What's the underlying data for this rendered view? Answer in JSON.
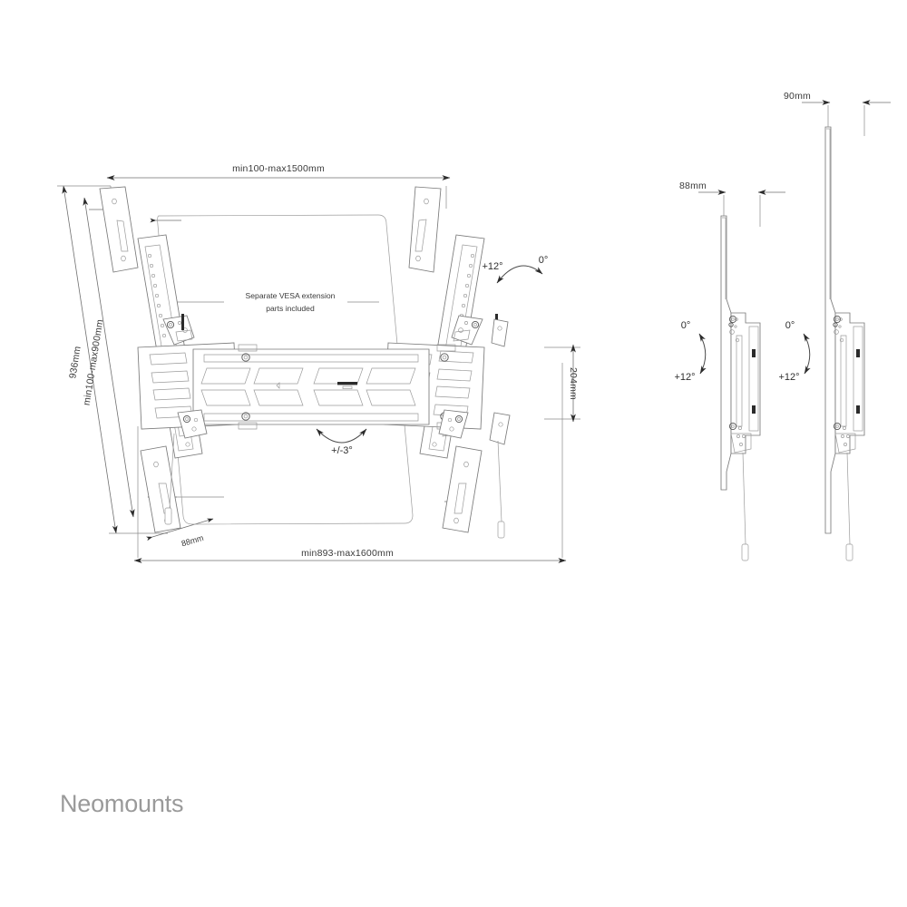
{
  "document": {
    "type": "technical-product-drawing",
    "brand": "Neomounts",
    "subject": "tilting TV wall mount"
  },
  "brand": {
    "name": "Neomounts",
    "color": "#9a9a9a"
  },
  "front_view": {
    "dimensions": {
      "top_width": "min100-max1500mm",
      "overall_height": "936mm",
      "vesa_height": "min100-max900mm",
      "bottom_width": "min893-max1600mm",
      "rail_height": "204mm",
      "depth": "88mm"
    },
    "angles": {
      "tilt_up": "+12°",
      "tilt_zero": "0°",
      "level": "+/-3°"
    },
    "note_line1": "Separate VESA extension",
    "note_line2": "parts included"
  },
  "side_view_left": {
    "depth": "88mm",
    "angle_top": "0°",
    "angle_bottom": "+12°"
  },
  "side_view_right": {
    "depth": "90mm",
    "angle_top": "0°",
    "angle_bottom": "+12°"
  },
  "colors": {
    "background": "#ffffff",
    "line": "#7a7a7a",
    "dimension_line": "#6f6f6f",
    "text": "#3b3b3b",
    "brand": "#9a9a9a"
  }
}
